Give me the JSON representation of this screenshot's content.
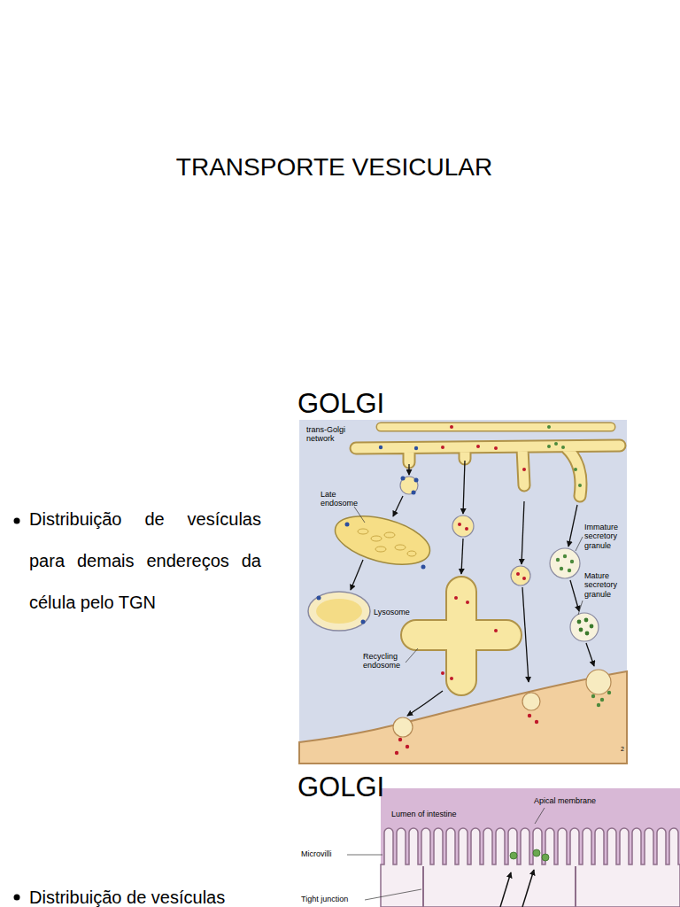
{
  "diagram": {
    "title": "TRANSPORTE VESICULAR",
    "labels": [
      "GOLGI",
      "Distribuição de vesículas para demais endereços da célula pelo TGN",
      "trans-Golgi network",
      "Late endosome",
      "Immature secretory granule",
      "Lysosome",
      "Mature secretory granule",
      "Recycling endosome",
      "2",
      "GOLGI",
      "Apical membrane",
      "Lumen of intestine",
      "Microvilli",
      "Tight junction",
      "Distribuição de vesículas"
    ]
  }
}
